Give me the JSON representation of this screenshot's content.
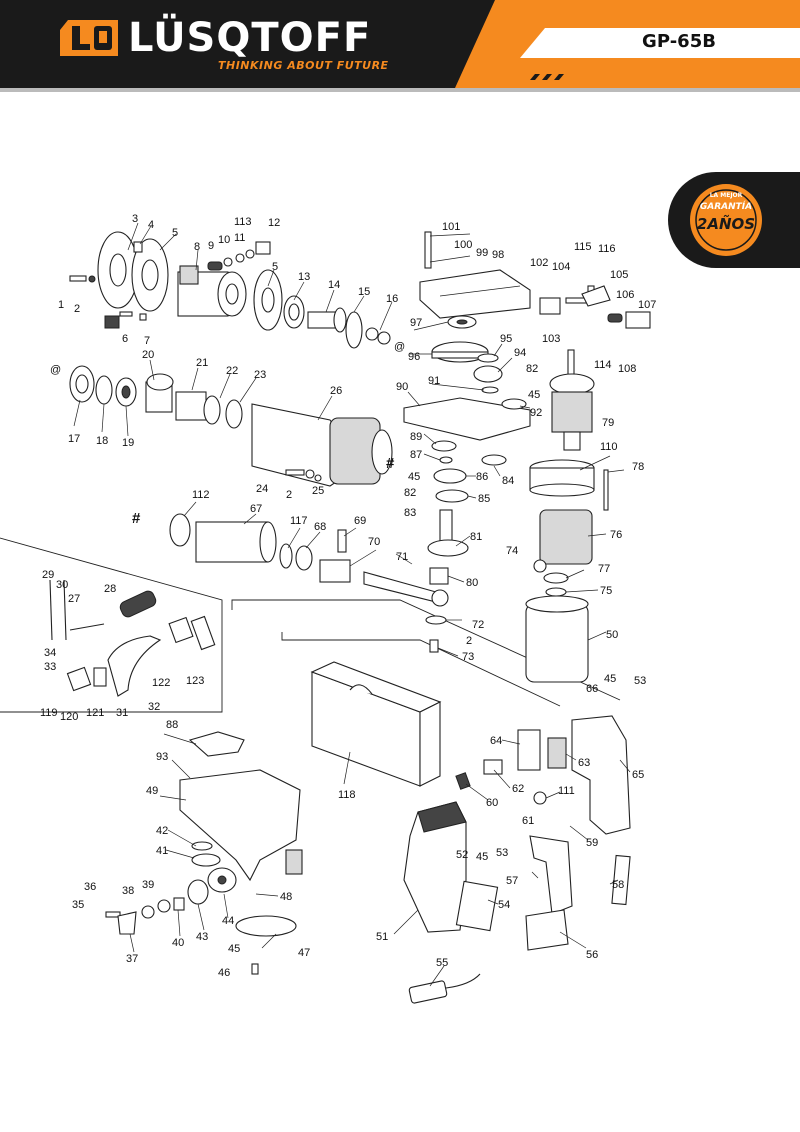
{
  "header": {
    "brand": "LÜSQTOFF",
    "logo_mark": "LQ",
    "tagline": "THINKING ABOUT FUTURE",
    "model": "GP-65B",
    "colors": {
      "black": "#1a1a1a",
      "orange": "#f58a1f",
      "white": "#ffffff"
    }
  },
  "badge": {
    "line1": "LA MEJOR",
    "line2": "GARANTÍA",
    "line3": "2AÑOS"
  },
  "symbols": {
    "at": "@",
    "hash": "#"
  },
  "callouts": [
    "1",
    "2",
    "3",
    "4",
    "5",
    "6",
    "7",
    "8",
    "9",
    "10",
    "11",
    "113",
    "12",
    "5",
    "13",
    "14",
    "15",
    "16",
    "17",
    "18",
    "19",
    "20",
    "21",
    "22",
    "23",
    "26",
    "24",
    "2",
    "25",
    "112",
    "67",
    "117",
    "68",
    "69",
    "70",
    "71",
    "29",
    "30",
    "27",
    "28",
    "34",
    "33",
    "119",
    "120",
    "121",
    "31",
    "32",
    "122",
    "123",
    "101",
    "100",
    "99",
    "98",
    "97",
    "96",
    "95",
    "94",
    "91",
    "90",
    "89",
    "87",
    "86",
    "85",
    "84",
    "82",
    "45",
    "83",
    "81",
    "80",
    "92",
    "102",
    "104",
    "115",
    "116",
    "105",
    "106",
    "107",
    "103",
    "108",
    "114",
    "45",
    "82",
    "79",
    "110",
    "78",
    "76",
    "74",
    "77",
    "75",
    "72",
    "2",
    "73",
    "50",
    "66",
    "45",
    "53",
    "88",
    "93",
    "49",
    "118",
    "64",
    "63",
    "65",
    "62",
    "60",
    "111",
    "61",
    "59",
    "52",
    "45",
    "53",
    "57",
    "58",
    "54",
    "51",
    "56",
    "42",
    "41",
    "48",
    "36",
    "35",
    "38",
    "39",
    "40",
    "43",
    "44",
    "47",
    "37",
    "45",
    "46",
    "55"
  ]
}
